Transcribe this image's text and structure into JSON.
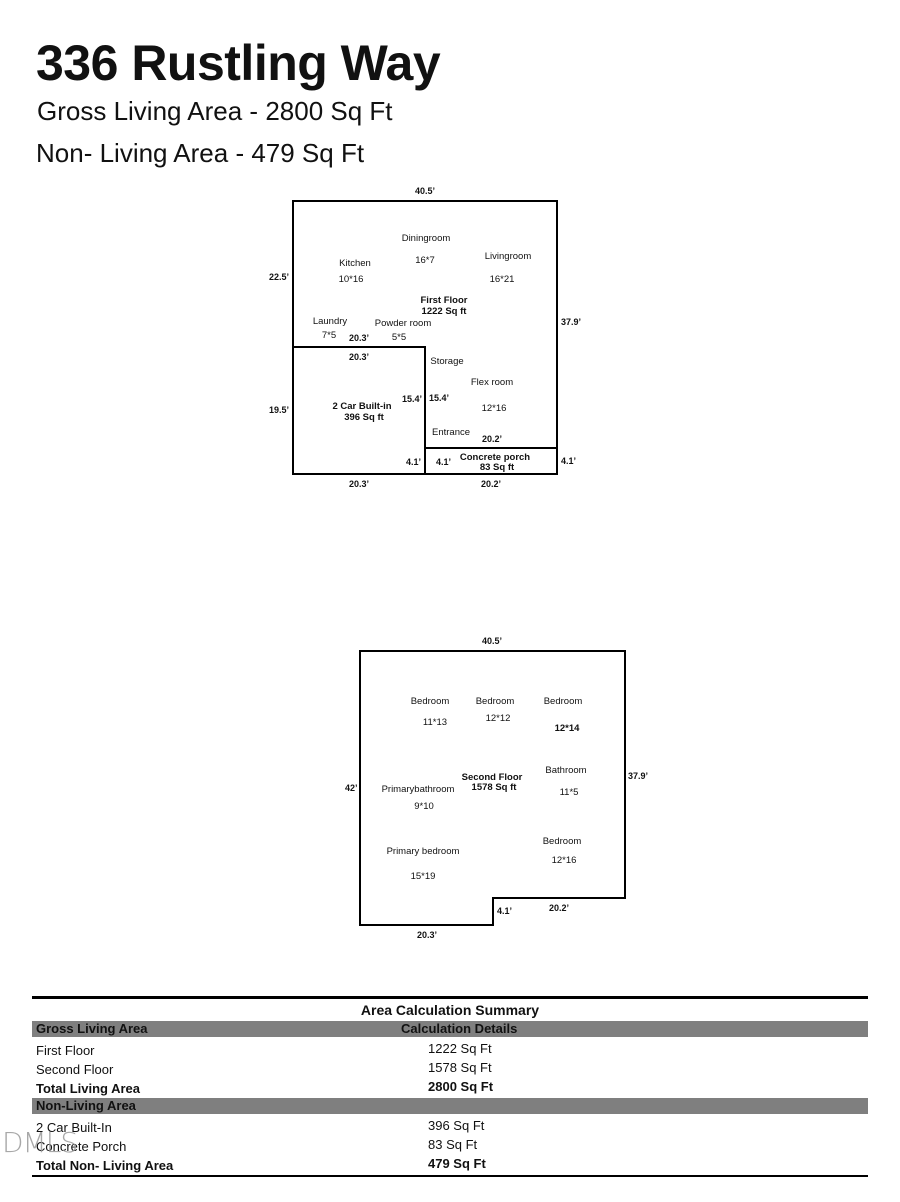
{
  "header": {
    "title": "336 Rustling Way",
    "gross": "Gross Living Area - 2800 Sq Ft",
    "nonliving": "Non- Living Area - 479 Sq Ft"
  },
  "first_floor": {
    "dims": {
      "top": "40.5’",
      "left": "22.5’",
      "right": "37.9’",
      "left_garage": "19.5’",
      "bottom_left": "20.3’",
      "bottom_right": "20.2’",
      "porch_right": "4.1’",
      "laundry_w": "20.3’",
      "garage_top": "20.3’",
      "garage_right": "15.4’",
      "storage_left": "15.4’",
      "entrance_w": "20.2’",
      "garage_notch": "4.1’",
      "porch_left": "4.1’"
    },
    "rooms": {
      "kitchen": "Kitchen",
      "kitchen_size": "10*16",
      "dining": "Diningroom",
      "dining_size": "16*7",
      "living": "Livingroom",
      "living_size": "16*21",
      "laundry": "Laundry",
      "laundry_size": "7*5",
      "powder": "Powder room",
      "powder_size": "5*5",
      "storage": "Storage",
      "flex": "Flex room",
      "flex_size": "12*16",
      "entrance": "Entrance",
      "floor_name": "First Floor",
      "floor_area": "1222 Sq ft",
      "garage_name": "2 Car Built-in",
      "garage_area": "396 Sq ft",
      "porch_name": "Concrete porch",
      "porch_area": "83 Sq ft"
    }
  },
  "second_floor": {
    "dims": {
      "top": "40.5’",
      "left": "42’",
      "right": "37.9’",
      "bottom_left": "20.3’",
      "bottom_right": "20.2’",
      "notch": "4.1’"
    },
    "rooms": {
      "bed1": "Bedroom",
      "bed1_size": "11*13",
      "bed2": "Bedroom",
      "bed2_size": "12*12",
      "bed3": "Bedroom",
      "bed3_size": "12*14",
      "bath": "Bathroom",
      "bath_size": "11*5",
      "primary_bath": "Primarybathroom",
      "primary_bath_size": "9*10",
      "bed4": "Bedroom",
      "bed4_size": "12*16",
      "primary_bed": "Primary bedroom",
      "primary_bed_size": "15*19",
      "floor_name": "Second Floor",
      "floor_area": "1578 Sq ft"
    }
  },
  "summary": {
    "title": "Area Calculation Summary",
    "gross_header": "Gross Living Area",
    "details_header": "Calculation Details",
    "rows_living": [
      {
        "label": "First Floor",
        "value": "1222 Sq Ft"
      },
      {
        "label": "Second Floor",
        "value": "1578 Sq Ft"
      }
    ],
    "total_living": {
      "label": "Total Living Area",
      "value": "2800 Sq Ft"
    },
    "nonliving_header": "Non-Living Area",
    "rows_nonliving": [
      {
        "label": "2 Car Built-In",
        "value": "396 Sq Ft"
      },
      {
        "label": "Concrete Porch",
        "value": "83 Sq Ft"
      }
    ],
    "total_nonliving": {
      "label": "Total Non- Living Area",
      "value": "479 Sq Ft"
    }
  },
  "watermark": "DMLS"
}
